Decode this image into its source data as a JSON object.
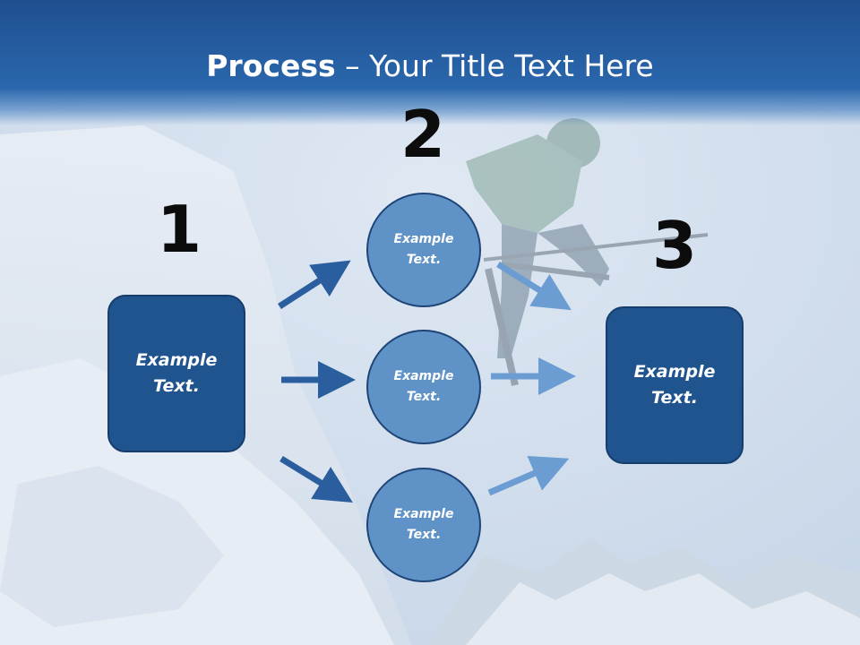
{
  "title": {
    "bold": "Process",
    "rest": " – Your Title Text Here"
  },
  "steps": [
    {
      "number": "1",
      "label": "Example Text."
    },
    {
      "number": "2"
    },
    {
      "number": "3",
      "label": "Example Text."
    }
  ],
  "circles": [
    {
      "label": "Example Text."
    },
    {
      "label": "Example Text."
    },
    {
      "label": "Example Text."
    }
  ],
  "colors": {
    "title_bar": "#2a67ad",
    "box_fill": "#1f548f",
    "circle_fill": "#5f93c7",
    "arrow_dark": "#2a5e9f",
    "arrow_light": "#6b9dd2"
  }
}
